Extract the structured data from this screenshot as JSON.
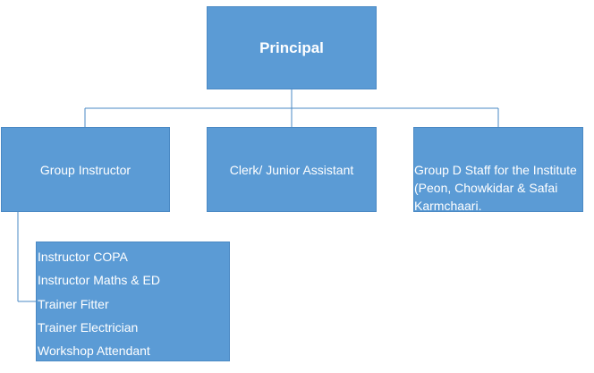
{
  "org_chart": {
    "root": {
      "label": "Principal"
    },
    "children": [
      {
        "label": "Group Instructor"
      },
      {
        "label": "Clerk/ Junior Assistant"
      },
      {
        "label": "Group D Staff for the Institute (Peon, Chowkidar & Safai Karmchaari."
      }
    ],
    "group_instructor_subordinates": [
      "Instructor COPA",
      "Instructor Maths & ED",
      "Trainer Fitter",
      "Trainer Electrician",
      "Workshop Attendant"
    ]
  },
  "colors": {
    "box_fill": "#5b9bd5",
    "box_border": "#4a89c4",
    "connector": "#4a89c4",
    "text": "#ffffff"
  }
}
